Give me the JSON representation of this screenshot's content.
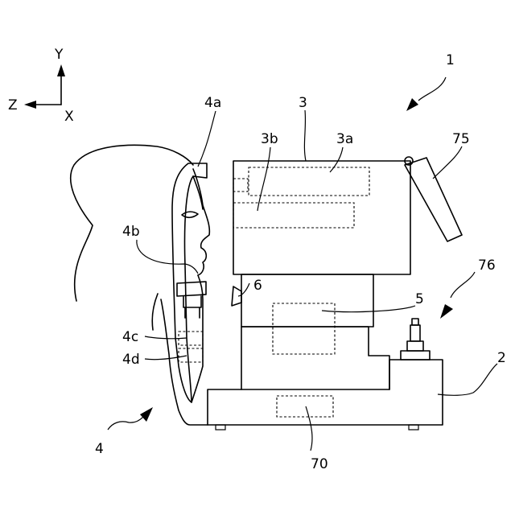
{
  "axes": {
    "y": "Y",
    "z": "Z",
    "x": "X"
  },
  "labels": {
    "l1": "1",
    "l2": "2",
    "l3": "3",
    "l3a": "3a",
    "l3b": "3b",
    "l4": "4",
    "l4a": "4a",
    "l4b": "4b",
    "l4c": "4c",
    "l4d": "4d",
    "l5": "5",
    "l6": "6",
    "l70": "70",
    "l75": "75",
    "l76": "76"
  }
}
